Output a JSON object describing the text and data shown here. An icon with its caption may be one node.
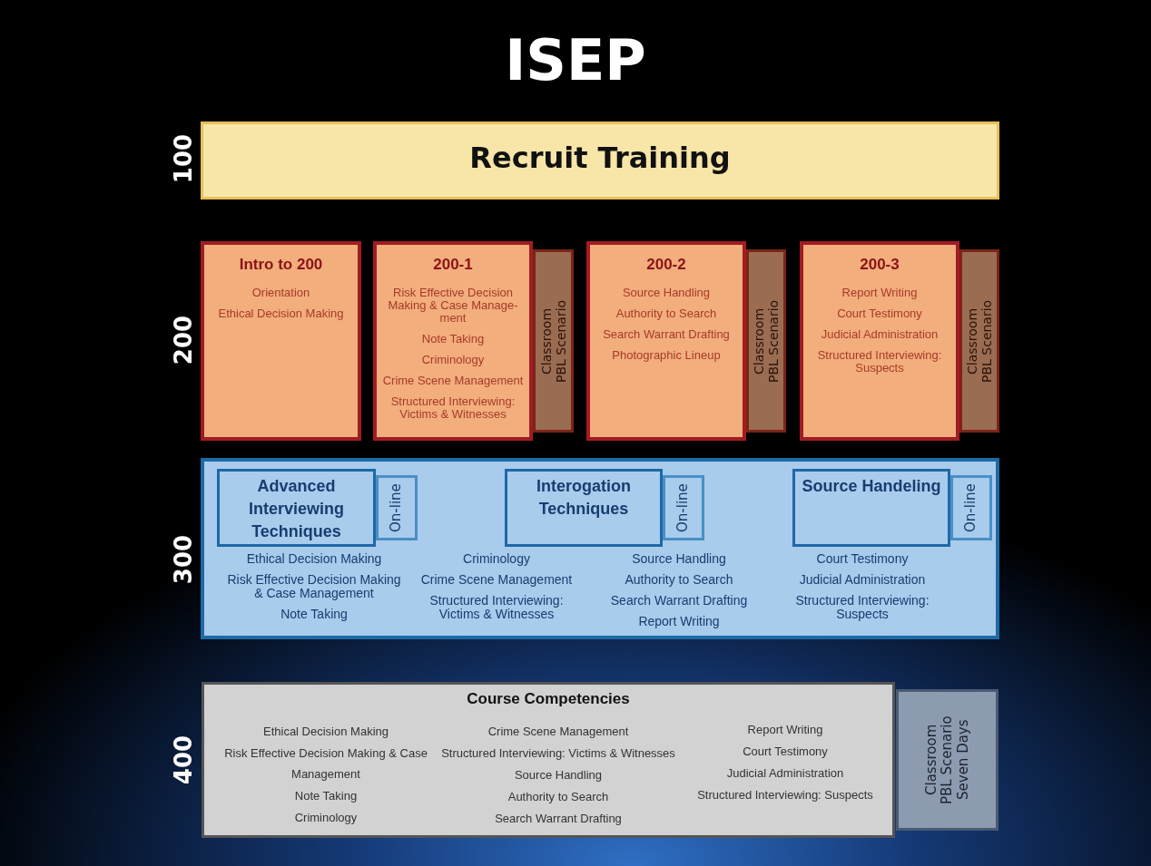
{
  "diagram": {
    "title": "ISEP",
    "nodes": [
      {
        "text": [
          "Recruit Training"
        ]
      },
      {
        "text": [
          "Intro to 200",
          "Orientation",
          "Ethical Decision Making"
        ]
      },
      {
        "text": [
          "200-1",
          "Risk Effective Decision Making & Case Manage- ment",
          "Note Taking",
          "Criminology",
          "Crime Scene Management",
          "Structured Interviewing: Victims & Witnesses"
        ]
      },
      {
        "text": [
          "Classroom PBL Scenario"
        ]
      },
      {
        "text": [
          "200-2",
          "Source Handling",
          "Authority to Search",
          "Search Warrant Drafting",
          "Photographic Lineup"
        ]
      },
      {
        "text": [
          "Classroom PBL Scenario"
        ]
      },
      {
        "text": [
          "200-3",
          "Report Writing",
          "Court Testimony",
          "Judicial Administration",
          "Structured Interviewing: Suspects"
        ]
      },
      {
        "text": [
          "Classroom PBL Scenario"
        ]
      },
      {
        "text": [
          "Ethical Decision Making",
          "Risk Effective Decision Making & Case Management",
          "Note Taking",
          "Criminology",
          "Crime Scene Management",
          "Structured Interviewing: Victims & Witnesses",
          "Source Handling",
          "Authority to Search",
          "Search Warrant Drafting",
          "Report Writing",
          "Court Testimony",
          "Judicial Administration",
          "Structured Interviewing: Suspects"
        ]
      },
      {
        "text": [
          "Advanced Interviewing Techniques"
        ],
        "in": 8
      },
      {
        "text": [
          "On-line"
        ],
        "in": 8
      },
      {
        "text": [
          "Interogation Techniques"
        ],
        "in": 8
      },
      {
        "text": [
          "On-line"
        ],
        "in": 8
      },
      {
        "text": [
          "Source Handeling"
        ],
        "in": 8
      },
      {
        "text": [
          "On-line"
        ],
        "in": 8
      },
      {
        "text": [
          "Course Competencies",
          "Ethical Decision Making",
          "Risk Effective Decision Making & Case Management",
          "Note Taking",
          "Criminology",
          "Crime Scene Management",
          "Structured Interviewing: Victims & Witnesses",
          "Source Handling",
          "Authority to Search",
          "Search Warrant Drafting",
          "Report Writing",
          "Court Testimony",
          "Judicial Administration",
          "Structured Interviewing: Suspects"
        ]
      },
      {
        "text": [
          "Classroom PBL Scenario Seven Days"
        ]
      }
    ],
    "labels": [
      "100",
      "200",
      "300",
      "400"
    ]
  }
}
